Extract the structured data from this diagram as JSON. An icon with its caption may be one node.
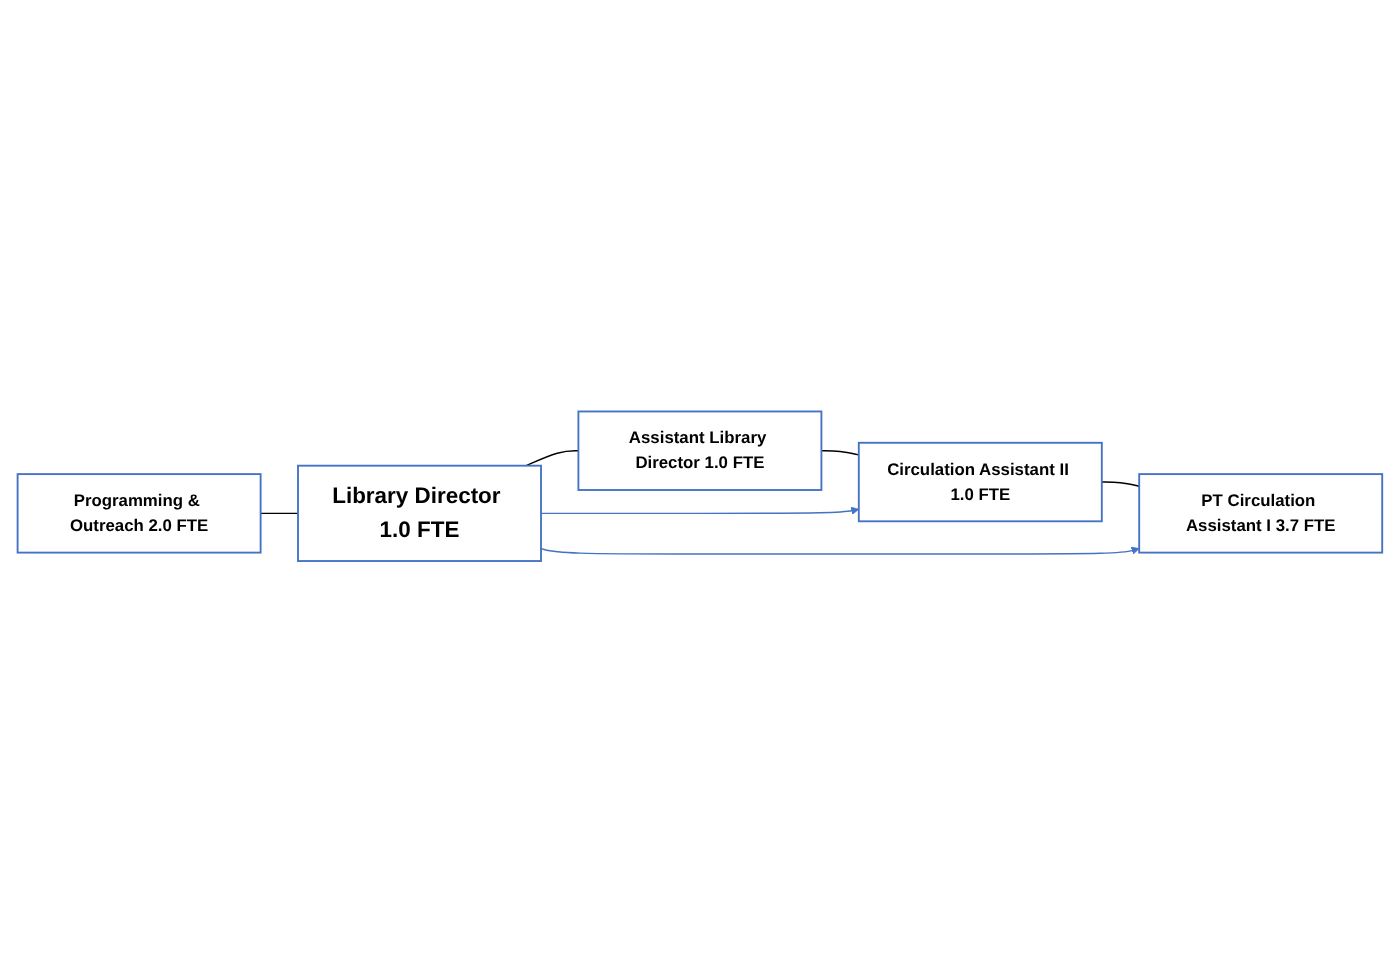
{
  "diagram": {
    "nodes": [
      {
        "text": [
          "Programming & Outreach 2.0 FTE"
        ]
      },
      {
        "text": [
          "Library Director 1.0 FTE"
        ]
      },
      {
        "text": [
          "Assistant Library Director 1.0 FTE"
        ]
      },
      {
        "text": [
          "Circulation Assistant II 1.0 FTE"
        ]
      },
      {
        "text": [
          "PT Circulation Assistant I 3.7 FTE"
        ]
      }
    ],
    "edges": [
      {
        "from": 0,
        "to": 1,
        "arrow": "none"
      },
      {
        "from": 1,
        "to": 2,
        "arrow": "none"
      },
      {
        "from": 2,
        "to": 3,
        "arrow": "none"
      },
      {
        "from": 1,
        "to": 3,
        "arrow": "to",
        "color": "#4472c4"
      },
      {
        "from": 3,
        "to": 4,
        "arrow": "none"
      },
      {
        "from": 1,
        "to": 4,
        "arrow": "to",
        "color": "#4472c4"
      }
    ]
  }
}
